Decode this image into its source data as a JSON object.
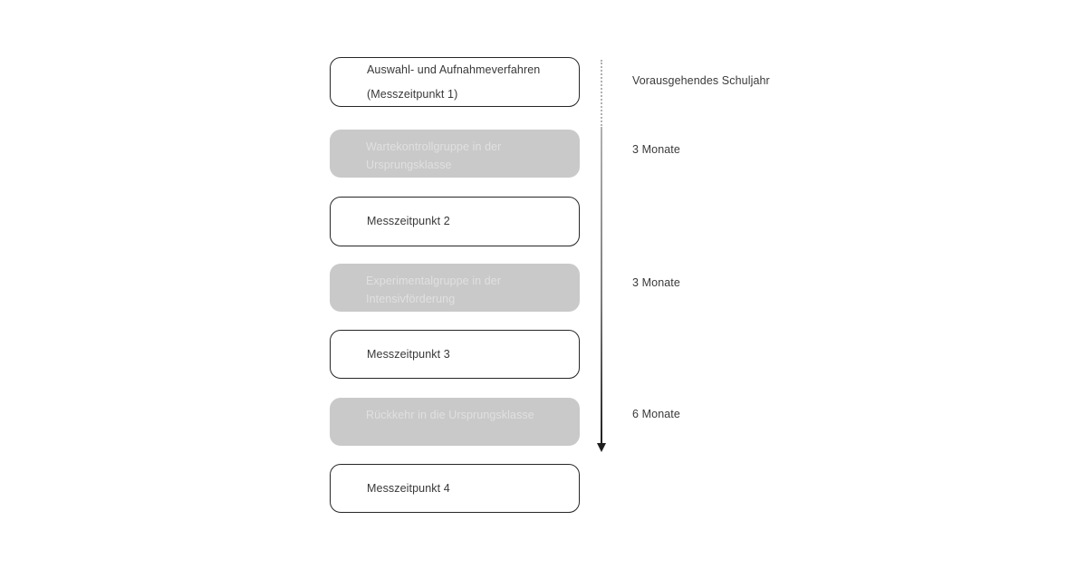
{
  "flowchart": {
    "boxes": [
      {
        "type": "outlined",
        "line1": "Auswahl- und Aufnahmeverfahren",
        "line2": "(Messzeitpunkt 1)"
      },
      {
        "type": "filled",
        "line1": "Wartekontrollgruppe in der",
        "line2": "Ursprungsklasse"
      },
      {
        "type": "outlined",
        "line1": "Messzeitpunkt 2",
        "line2": ""
      },
      {
        "type": "filled",
        "line1": "Experimentalgruppe in der",
        "line2": "Intensivförderung"
      },
      {
        "type": "outlined",
        "line1": "Messzeitpunkt 3",
        "line2": ""
      },
      {
        "type": "filled",
        "line1": "Rückkehr in die Ursprungsklasse",
        "line2": ""
      },
      {
        "type": "outlined",
        "line1": "Messzeitpunkt 4",
        "line2": ""
      }
    ],
    "timeline_labels": [
      {
        "text": "Vorausgehendes Schuljahr"
      },
      {
        "text": "3 Monate"
      },
      {
        "text": "3 Monate"
      },
      {
        "text": "6 Monate"
      }
    ]
  },
  "colors": {
    "background": "#ffffff",
    "box_fill": "#c9c9c9",
    "box_fill_text": "#e0e0e0",
    "box_outline": "#262626",
    "text_dark": "#383838",
    "label_text": "#3a3a3a",
    "arrow_light": "#b0b0b0",
    "arrow_dark": "#1f1f1f"
  }
}
